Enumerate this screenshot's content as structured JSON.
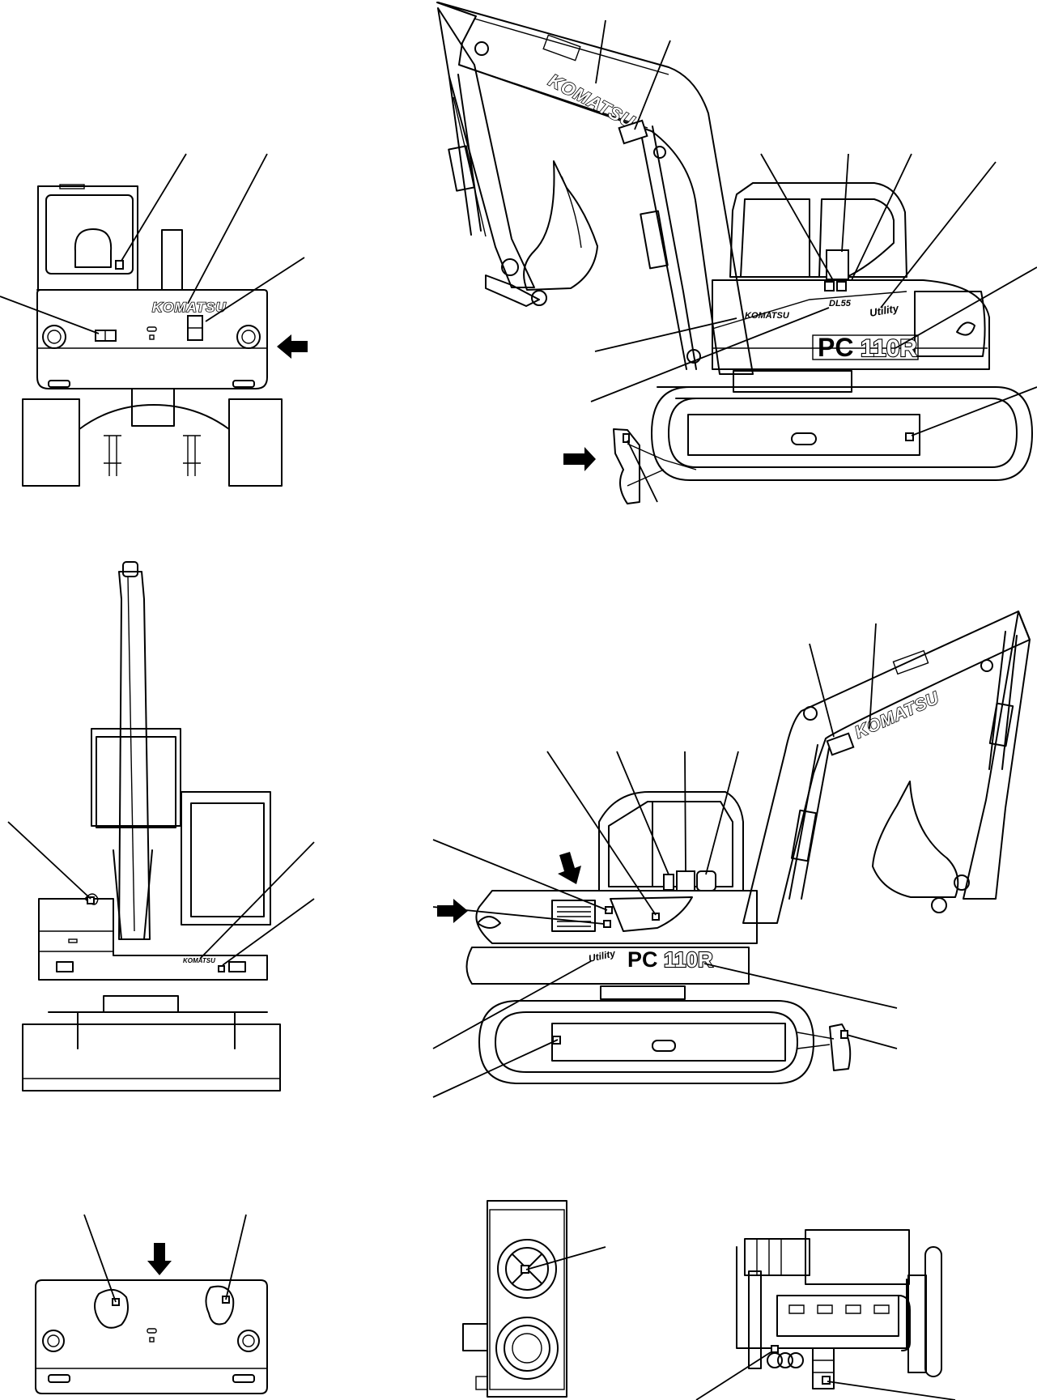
{
  "labels": {
    "brand": "KOMATSU",
    "model_prefix": "PC",
    "model_number": "110R",
    "series": "DL55",
    "utility": "Utility"
  }
}
